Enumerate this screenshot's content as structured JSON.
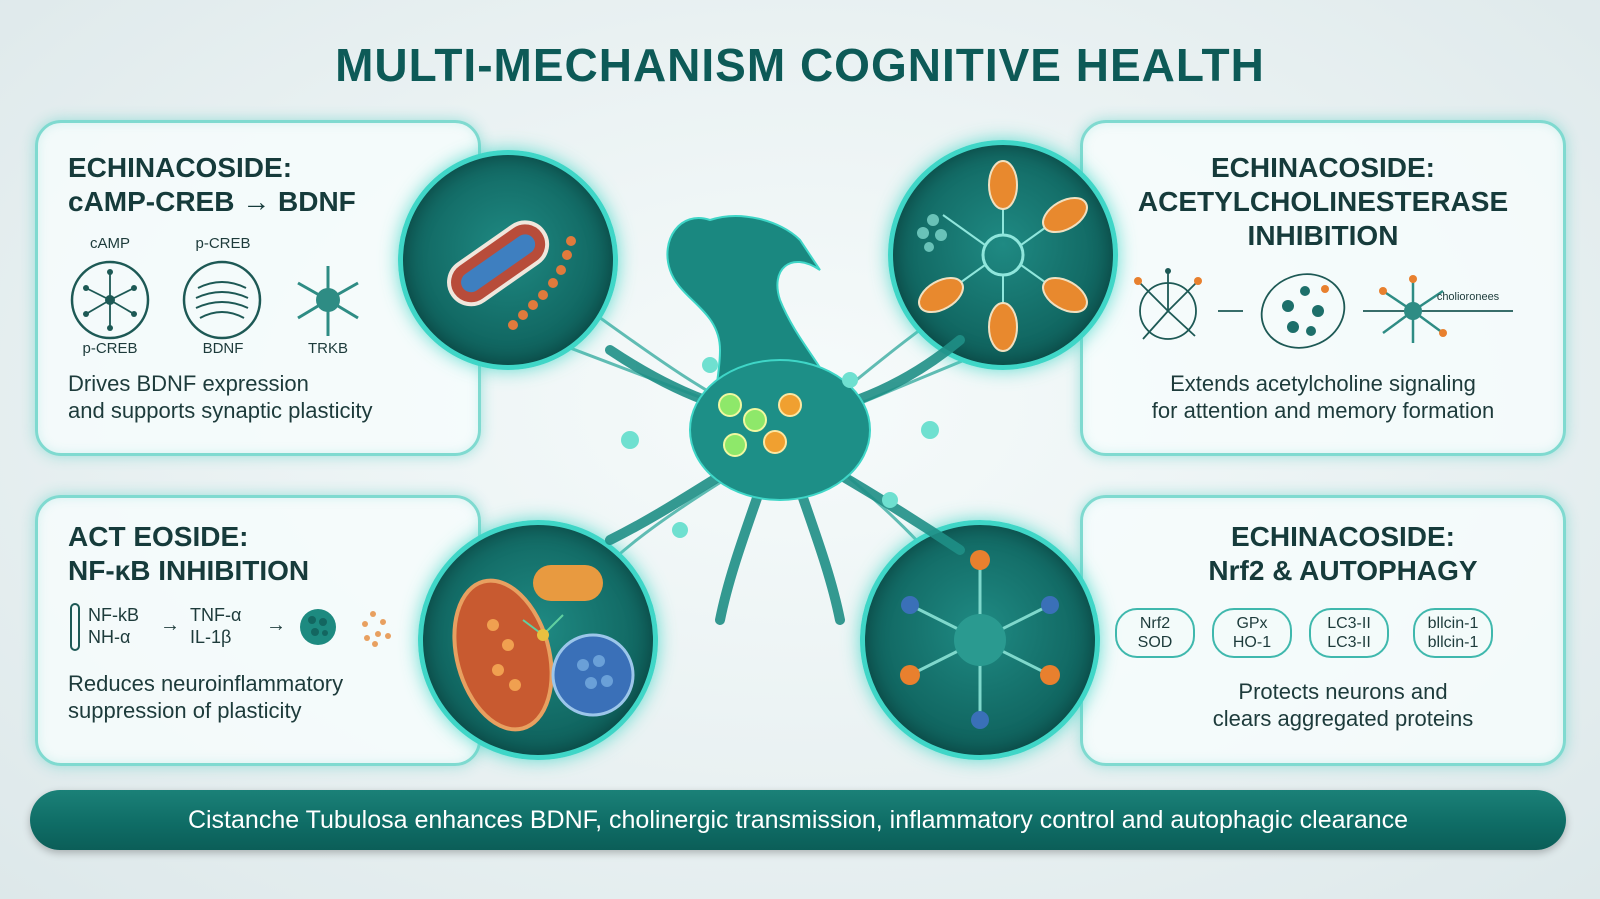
{
  "title": "MULTI-MECHANISM COGNITIVE HEALTH",
  "panels": {
    "top_left": {
      "title_line1": "ECHINACOSIDE:",
      "title_line2": "cAMP-CREB → BDNF",
      "labels_top": [
        "cAMP",
        "p-CREB"
      ],
      "labels_bottom": [
        "p-CREB",
        "BDNF",
        "TRKB"
      ],
      "desc_line1": "Drives BDNF expression",
      "desc_line2": "and supports synaptic plasticity"
    },
    "top_right": {
      "title_line1": "ECHINACOSIDE:",
      "title_line2": "ACETYLCHOLINESTERASE",
      "title_line3": "INHIBITION",
      "diagram_label": "cholioronees",
      "desc_line1": "Extends acetylcholine signaling",
      "desc_line2": "for attention and memory formation"
    },
    "bottom_left": {
      "title_line1": "ACT EOSIDE:",
      "title_line2": "NF-κB INHIBITION",
      "pathway_left": [
        "NF-kB",
        "NH-α"
      ],
      "pathway_right": [
        "TNF-α",
        "IL-1β"
      ],
      "desc_line1": "Reduces neuroinflammatory",
      "desc_line2": "suppression of plasticity"
    },
    "bottom_right": {
      "title_line1": "ECHINACOSIDE:",
      "title_line2": "Nrf2 & AUTOPHAGY",
      "pills": [
        [
          "Nrf2",
          "SOD"
        ],
        [
          "GPx",
          "HO-1"
        ],
        [
          "LC3-II",
          "LC3-II"
        ],
        [
          "bllcin-1",
          "bllcin-1"
        ]
      ],
      "desc_line1": "Protects neurons and",
      "desc_line2": "clears aggregated proteins"
    }
  },
  "footer_text": "Cistanche Tubulosa enhances BDNF, cholinergic transmission, inflammatory control and autophagic clearance",
  "colors": {
    "primary_teal": "#0f6d66",
    "accent_cyan": "#3fd6c7",
    "title_color": "#0d5a57",
    "orange": "#e8802e"
  }
}
